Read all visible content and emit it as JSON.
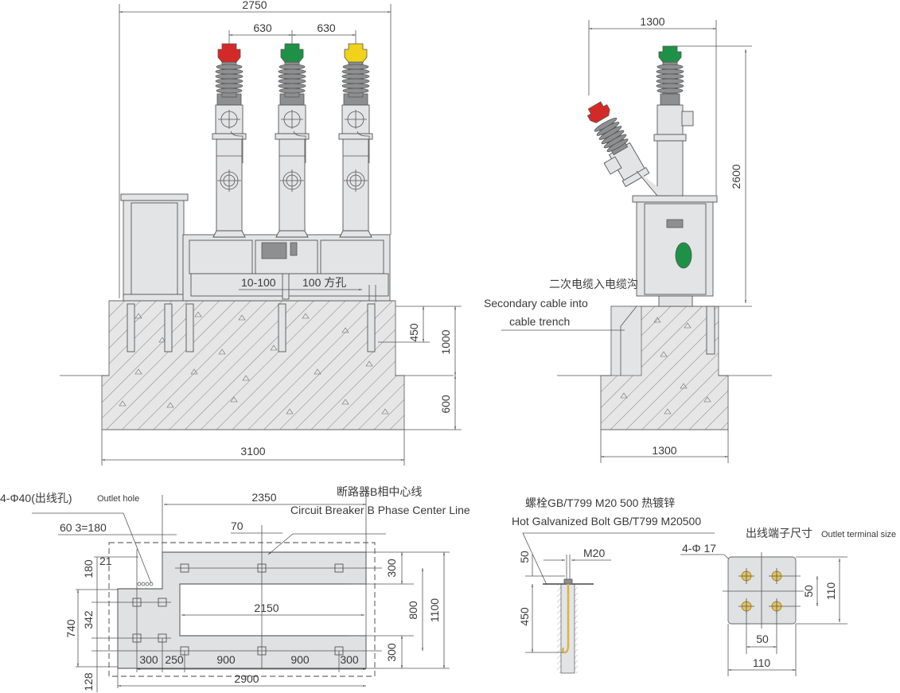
{
  "colors": {
    "phase_a": "#d42a27",
    "phase_b": "#1f9147",
    "phase_c": "#f0d21a",
    "indicator": "#1f9147",
    "terminal_hole": "#e4c35a",
    "concrete": "#e6e6e6"
  },
  "front_view": {
    "dim_total_width": "2750",
    "dim_phase_spacing_1": "630",
    "dim_phase_spacing_2": "630",
    "hole_note_1": "10-100",
    "hole_note_2": "100 方孔",
    "dim_450": "450",
    "dim_1000": "1000",
    "dim_600": "600",
    "dim_foundation_width": "3100"
  },
  "side_view": {
    "dim_width": "1300",
    "dim_height": "2600",
    "cable_label_cn": "二次电缆入电缆沟",
    "cable_label_en_1": "Secondary cable into",
    "cable_label_en_2": "cable trench",
    "dim_foundation_width": "1300"
  },
  "plan_view": {
    "outlet_hole_cn": "4-Φ40(出线孔)",
    "outlet_hole_en": "Outlet hole",
    "centerline_cn": "断路器B相中心线",
    "centerline_en": "Circuit Breaker B Phase Center Line",
    "dim_2350": "2350",
    "dim_60": "60  3=180",
    "dim_70": "70",
    "dim_21": "21",
    "dim_180": "180",
    "dim_740": "740",
    "dim_342": "342",
    "dim_128": "128",
    "dim_300_top": "300",
    "dim_800": "800",
    "dim_1100": "1100",
    "dim_300_bottom": "300",
    "dim_2150": "2150",
    "bottom_dims": [
      "300",
      "250",
      "900",
      "900",
      "300"
    ],
    "dim_2900": "2900"
  },
  "bolt_detail": {
    "title_cn": "螺栓GB/T799 M20  500  热镀锌",
    "title_en": "Hot Galvanized Bolt GB/T799 M20500",
    "dim_m20": "M20",
    "dim_50": "50",
    "dim_450": "450"
  },
  "terminal_detail": {
    "title_cn": "出线端子尺寸",
    "title_en": "Outlet terminal size",
    "holes": "4-Φ 17",
    "dim_50_v": "50",
    "dim_110_v": "110",
    "dim_50_h": "50",
    "dim_110_h": "110"
  }
}
